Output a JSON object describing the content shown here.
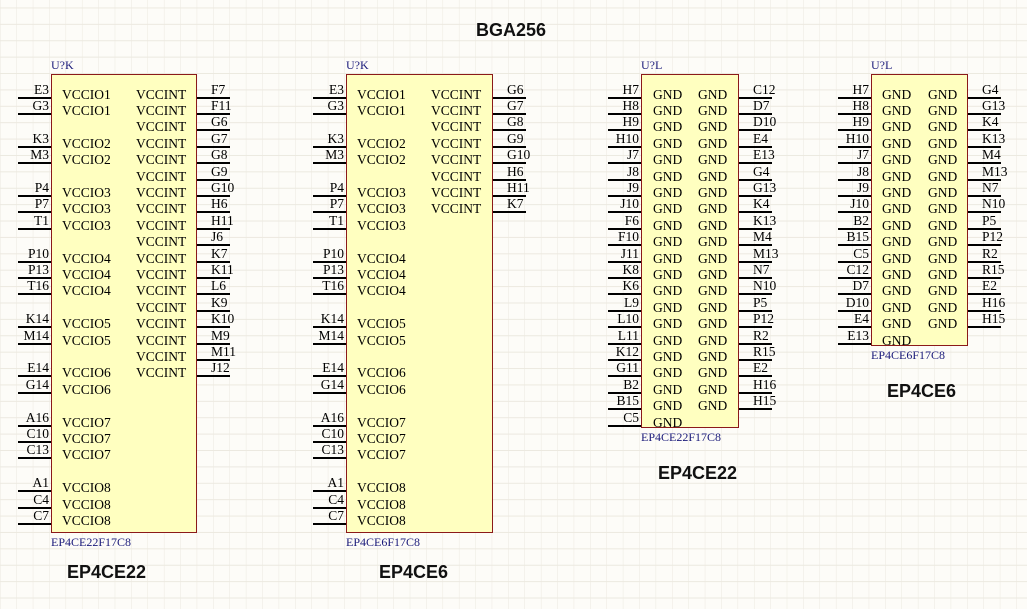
{
  "sheet_title": "BGA256",
  "parts": [
    {
      "id": "u1",
      "designator": "U?K",
      "part_number": "EP4CE22F17C8",
      "caption": "EP4CE22",
      "left_pins": [
        {
          "row": 0,
          "num": "E3",
          "name": "VCCIO1"
        },
        {
          "row": 1,
          "num": "G3",
          "name": "VCCIO1"
        },
        {
          "row": 3,
          "num": "K3",
          "name": "VCCIO2"
        },
        {
          "row": 4,
          "num": "M3",
          "name": "VCCIO2"
        },
        {
          "row": 6,
          "num": "P4",
          "name": "VCCIO3"
        },
        {
          "row": 7,
          "num": "P7",
          "name": "VCCIO3"
        },
        {
          "row": 8,
          "num": "T1",
          "name": "VCCIO3"
        },
        {
          "row": 10,
          "num": "P10",
          "name": "VCCIO4"
        },
        {
          "row": 11,
          "num": "P13",
          "name": "VCCIO4"
        },
        {
          "row": 12,
          "num": "T16",
          "name": "VCCIO4"
        },
        {
          "row": 14,
          "num": "K14",
          "name": "VCCIO5"
        },
        {
          "row": 15,
          "num": "M14",
          "name": "VCCIO5"
        },
        {
          "row": 17,
          "num": "E14",
          "name": "VCCIO6"
        },
        {
          "row": 18,
          "num": "G14",
          "name": "VCCIO6"
        },
        {
          "row": 20,
          "num": "A16",
          "name": "VCCIO7"
        },
        {
          "row": 21,
          "num": "C10",
          "name": "VCCIO7"
        },
        {
          "row": 22,
          "num": "C13",
          "name": "VCCIO7"
        },
        {
          "row": 24,
          "num": "A1",
          "name": "VCCIO8"
        },
        {
          "row": 25,
          "num": "C4",
          "name": "VCCIO8"
        },
        {
          "row": 26,
          "num": "C7",
          "name": "VCCIO8"
        }
      ],
      "right_pins": [
        {
          "row": 0,
          "num": "F7",
          "name": "VCCINT"
        },
        {
          "row": 1,
          "num": "F11",
          "name": "VCCINT"
        },
        {
          "row": 2,
          "num": "G6",
          "name": "VCCINT"
        },
        {
          "row": 3,
          "num": "G7",
          "name": "VCCINT"
        },
        {
          "row": 4,
          "num": "G8",
          "name": "VCCINT"
        },
        {
          "row": 5,
          "num": "G9",
          "name": "VCCINT"
        },
        {
          "row": 6,
          "num": "G10",
          "name": "VCCINT"
        },
        {
          "row": 7,
          "num": "H6",
          "name": "VCCINT"
        },
        {
          "row": 8,
          "num": "H11",
          "name": "VCCINT"
        },
        {
          "row": 9,
          "num": "J6",
          "name": "VCCINT"
        },
        {
          "row": 10,
          "num": "K7",
          "name": "VCCINT"
        },
        {
          "row": 11,
          "num": "K11",
          "name": "VCCINT"
        },
        {
          "row": 12,
          "num": "L6",
          "name": "VCCINT"
        },
        {
          "row": 13,
          "num": "K9",
          "name": "VCCINT"
        },
        {
          "row": 14,
          "num": "K10",
          "name": "VCCINT"
        },
        {
          "row": 15,
          "num": "M9",
          "name": "VCCINT"
        },
        {
          "row": 16,
          "num": "M11",
          "name": "VCCINT"
        },
        {
          "row": 17,
          "num": "J12",
          "name": "VCCINT"
        }
      ]
    },
    {
      "id": "u2",
      "designator": "U?K",
      "part_number": "EP4CE6F17C8",
      "caption": "EP4CE6",
      "left_pins": [
        {
          "row": 0,
          "num": "E3",
          "name": "VCCIO1"
        },
        {
          "row": 1,
          "num": "G3",
          "name": "VCCIO1"
        },
        {
          "row": 3,
          "num": "K3",
          "name": "VCCIO2"
        },
        {
          "row": 4,
          "num": "M3",
          "name": "VCCIO2"
        },
        {
          "row": 6,
          "num": "P4",
          "name": "VCCIO3"
        },
        {
          "row": 7,
          "num": "P7",
          "name": "VCCIO3"
        },
        {
          "row": 8,
          "num": "T1",
          "name": "VCCIO3"
        },
        {
          "row": 10,
          "num": "P10",
          "name": "VCCIO4"
        },
        {
          "row": 11,
          "num": "P13",
          "name": "VCCIO4"
        },
        {
          "row": 12,
          "num": "T16",
          "name": "VCCIO4"
        },
        {
          "row": 14,
          "num": "K14",
          "name": "VCCIO5"
        },
        {
          "row": 15,
          "num": "M14",
          "name": "VCCIO5"
        },
        {
          "row": 17,
          "num": "E14",
          "name": "VCCIO6"
        },
        {
          "row": 18,
          "num": "G14",
          "name": "VCCIO6"
        },
        {
          "row": 20,
          "num": "A16",
          "name": "VCCIO7"
        },
        {
          "row": 21,
          "num": "C10",
          "name": "VCCIO7"
        },
        {
          "row": 22,
          "num": "C13",
          "name": "VCCIO7"
        },
        {
          "row": 24,
          "num": "A1",
          "name": "VCCIO8"
        },
        {
          "row": 25,
          "num": "C4",
          "name": "VCCIO8"
        },
        {
          "row": 26,
          "num": "C7",
          "name": "VCCIO8"
        }
      ],
      "right_pins": [
        {
          "row": 0,
          "num": "G6",
          "name": "VCCINT"
        },
        {
          "row": 1,
          "num": "G7",
          "name": "VCCINT"
        },
        {
          "row": 2,
          "num": "G8",
          "name": "VCCINT"
        },
        {
          "row": 3,
          "num": "G9",
          "name": "VCCINT"
        },
        {
          "row": 4,
          "num": "G10",
          "name": "VCCINT"
        },
        {
          "row": 5,
          "num": "H6",
          "name": "VCCINT"
        },
        {
          "row": 6,
          "num": "H11",
          "name": "VCCINT"
        },
        {
          "row": 7,
          "num": "K7",
          "name": "VCCINT"
        }
      ]
    },
    {
      "id": "u3",
      "designator": "U?L",
      "part_number": "EP4CE22F17C8",
      "caption": "EP4CE22",
      "left_pins": [
        {
          "row": 0,
          "num": "H7",
          "name": "GND"
        },
        {
          "row": 1,
          "num": "H8",
          "name": "GND"
        },
        {
          "row": 2,
          "num": "H9",
          "name": "GND"
        },
        {
          "row": 3,
          "num": "H10",
          "name": "GND"
        },
        {
          "row": 4,
          "num": "J7",
          "name": "GND"
        },
        {
          "row": 5,
          "num": "J8",
          "name": "GND"
        },
        {
          "row": 6,
          "num": "J9",
          "name": "GND"
        },
        {
          "row": 7,
          "num": "J10",
          "name": "GND"
        },
        {
          "row": 8,
          "num": "F6",
          "name": "GND"
        },
        {
          "row": 9,
          "num": "F10",
          "name": "GND"
        },
        {
          "row": 10,
          "num": "J11",
          "name": "GND"
        },
        {
          "row": 11,
          "num": "K8",
          "name": "GND"
        },
        {
          "row": 12,
          "num": "K6",
          "name": "GND"
        },
        {
          "row": 13,
          "num": "L9",
          "name": "GND"
        },
        {
          "row": 14,
          "num": "L10",
          "name": "GND"
        },
        {
          "row": 15,
          "num": "L11",
          "name": "GND"
        },
        {
          "row": 16,
          "num": "K12",
          "name": "GND"
        },
        {
          "row": 17,
          "num": "G11",
          "name": "GND"
        },
        {
          "row": 18,
          "num": "B2",
          "name": "GND"
        },
        {
          "row": 19,
          "num": "B15",
          "name": "GND"
        },
        {
          "row": 20,
          "num": "C5",
          "name": "GND"
        }
      ],
      "right_pins": [
        {
          "row": 0,
          "num": "C12",
          "name": "GND"
        },
        {
          "row": 1,
          "num": "D7",
          "name": "GND"
        },
        {
          "row": 2,
          "num": "D10",
          "name": "GND"
        },
        {
          "row": 3,
          "num": "E4",
          "name": "GND"
        },
        {
          "row": 4,
          "num": "E13",
          "name": "GND"
        },
        {
          "row": 5,
          "num": "G4",
          "name": "GND"
        },
        {
          "row": 6,
          "num": "G13",
          "name": "GND"
        },
        {
          "row": 7,
          "num": "K4",
          "name": "GND"
        },
        {
          "row": 8,
          "num": "K13",
          "name": "GND"
        },
        {
          "row": 9,
          "num": "M4",
          "name": "GND"
        },
        {
          "row": 10,
          "num": "M13",
          "name": "GND"
        },
        {
          "row": 11,
          "num": "N7",
          "name": "GND"
        },
        {
          "row": 12,
          "num": "N10",
          "name": "GND"
        },
        {
          "row": 13,
          "num": "P5",
          "name": "GND"
        },
        {
          "row": 14,
          "num": "P12",
          "name": "GND"
        },
        {
          "row": 15,
          "num": "R2",
          "name": "GND"
        },
        {
          "row": 16,
          "num": "R15",
          "name": "GND"
        },
        {
          "row": 17,
          "num": "E2",
          "name": "GND"
        },
        {
          "row": 18,
          "num": "H16",
          "name": "GND"
        },
        {
          "row": 19,
          "num": "H15",
          "name": "GND"
        }
      ]
    },
    {
      "id": "u4",
      "designator": "U?L",
      "part_number": "EP4CE6F17C8",
      "caption": "EP4CE6",
      "left_pins": [
        {
          "row": 0,
          "num": "H7",
          "name": "GND"
        },
        {
          "row": 1,
          "num": "H8",
          "name": "GND"
        },
        {
          "row": 2,
          "num": "H9",
          "name": "GND"
        },
        {
          "row": 3,
          "num": "H10",
          "name": "GND"
        },
        {
          "row": 4,
          "num": "J7",
          "name": "GND"
        },
        {
          "row": 5,
          "num": "J8",
          "name": "GND"
        },
        {
          "row": 6,
          "num": "J9",
          "name": "GND"
        },
        {
          "row": 7,
          "num": "J10",
          "name": "GND"
        },
        {
          "row": 8,
          "num": "B2",
          "name": "GND"
        },
        {
          "row": 9,
          "num": "B15",
          "name": "GND"
        },
        {
          "row": 10,
          "num": "C5",
          "name": "GND"
        },
        {
          "row": 11,
          "num": "C12",
          "name": "GND"
        },
        {
          "row": 12,
          "num": "D7",
          "name": "GND"
        },
        {
          "row": 13,
          "num": "D10",
          "name": "GND"
        },
        {
          "row": 14,
          "num": "E4",
          "name": "GND"
        },
        {
          "row": 15,
          "num": "E13",
          "name": "GND"
        }
      ],
      "right_pins": [
        {
          "row": 0,
          "num": "G4",
          "name": "GND"
        },
        {
          "row": 1,
          "num": "G13",
          "name": "GND"
        },
        {
          "row": 2,
          "num": "K4",
          "name": "GND"
        },
        {
          "row": 3,
          "num": "K13",
          "name": "GND"
        },
        {
          "row": 4,
          "num": "M4",
          "name": "GND"
        },
        {
          "row": 5,
          "num": "M13",
          "name": "GND"
        },
        {
          "row": 6,
          "num": "N7",
          "name": "GND"
        },
        {
          "row": 7,
          "num": "N10",
          "name": "GND"
        },
        {
          "row": 8,
          "num": "P5",
          "name": "GND"
        },
        {
          "row": 9,
          "num": "P12",
          "name": "GND"
        },
        {
          "row": 10,
          "num": "R2",
          "name": "GND"
        },
        {
          "row": 11,
          "num": "R15",
          "name": "GND"
        },
        {
          "row": 12,
          "num": "E2",
          "name": "GND"
        },
        {
          "row": 13,
          "num": "H16",
          "name": "GND"
        },
        {
          "row": 14,
          "num": "H15",
          "name": "GND"
        }
      ]
    }
  ]
}
